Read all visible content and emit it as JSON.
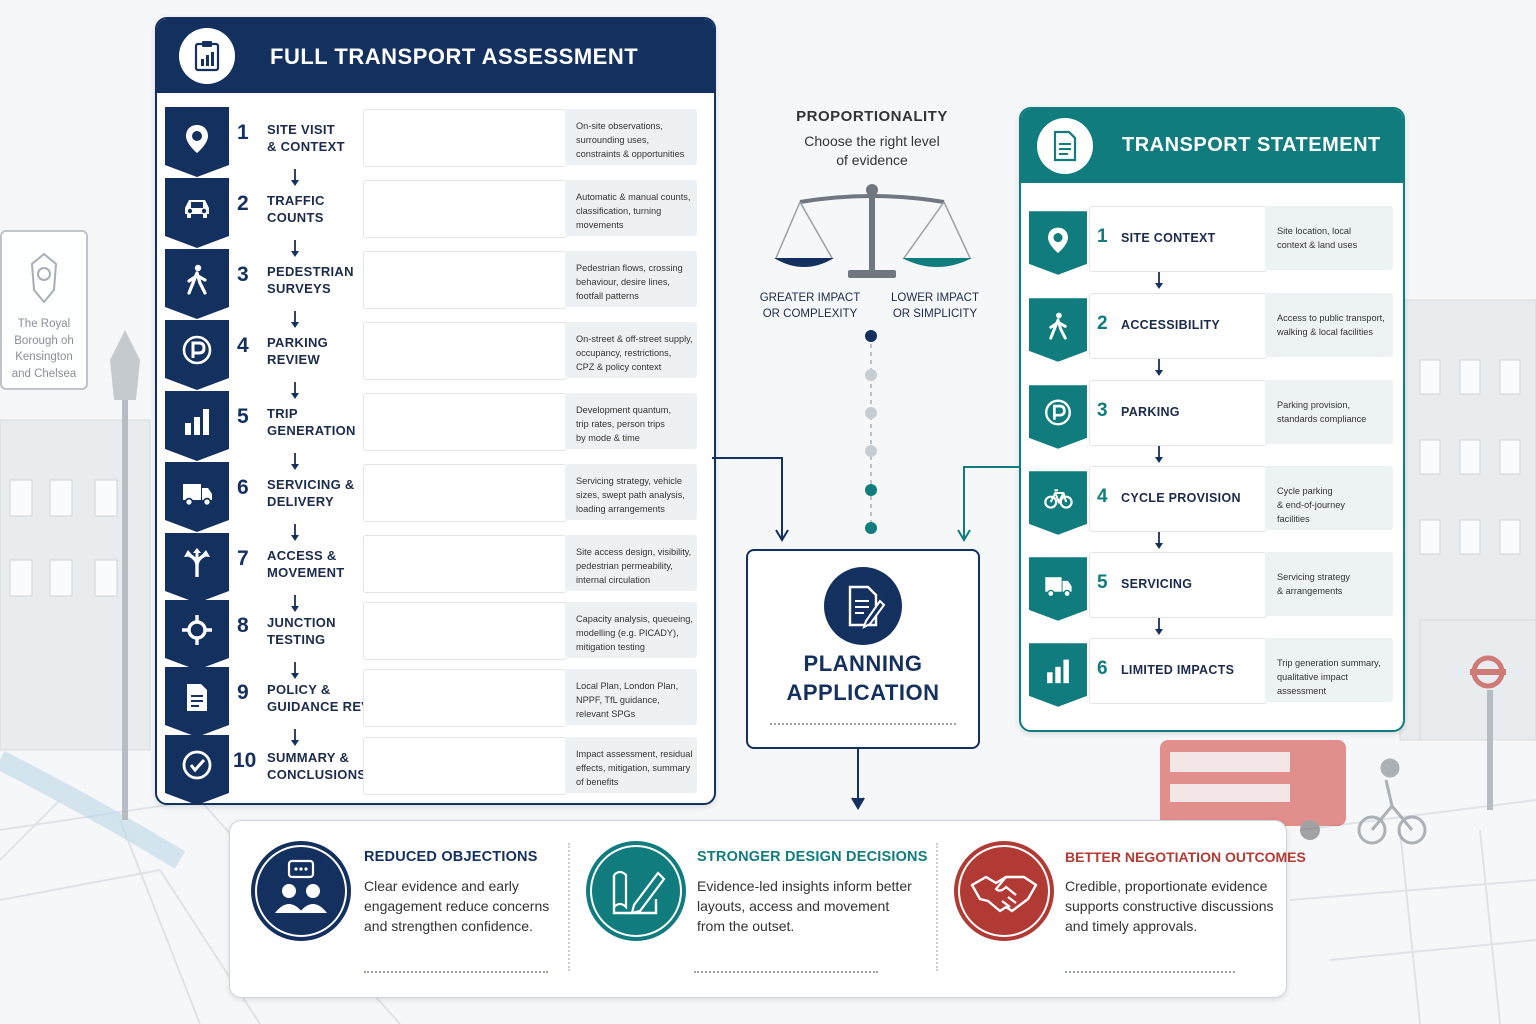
{
  "full_assessment": {
    "title": "FULL TRANSPORT ASSESSMENT",
    "steps": [
      {
        "num": "1",
        "label": "SITE VISIT\n& CONTEXT",
        "desc": "On-site observations,\nsurrounding uses,\nconstraints & opportunities",
        "icon": "location-pin-icon"
      },
      {
        "num": "2",
        "label": "TRAFFIC\nCOUNTS",
        "desc": "Automatic & manual counts,\nclassification, turning\nmovements",
        "icon": "car-icon"
      },
      {
        "num": "3",
        "label": "PEDESTRIAN\nSURVEYS",
        "desc": "Pedestrian flows, crossing\nbehaviour, desire lines,\nfootfall patterns",
        "icon": "pedestrian-icon"
      },
      {
        "num": "4",
        "label": "PARKING\nREVIEW",
        "desc": "On-street & off-street supply,\noccupancy, restrictions,\nCPZ & policy context",
        "icon": "parking-icon"
      },
      {
        "num": "5",
        "label": "TRIP\nGENERATION",
        "desc": "Development quantum,\ntrip rates, person trips\nby mode & time",
        "icon": "bar-chart-icon"
      },
      {
        "num": "6",
        "label": "SERVICING &\nDELIVERY",
        "desc": "Servicing strategy, vehicle\nsizes, swept path analysis,\nloading arrangements",
        "icon": "delivery-truck-icon"
      },
      {
        "num": "7",
        "label": "ACCESS &\nMOVEMENT",
        "desc": "Site access design, visibility,\npedestrian permeability,\ninternal circulation",
        "icon": "split-arrows-icon"
      },
      {
        "num": "8",
        "label": "JUNCTION\nTESTING",
        "desc": "Capacity analysis, queueing,\nmodelling (e.g. PICADY),\nmitigation testing",
        "icon": "junction-icon"
      },
      {
        "num": "9",
        "label": "POLICY &\nGUIDANCE REVIEW",
        "desc": "Local Plan, London Plan,\nNPPF, TfL guidance,\nrelevant SPGs",
        "icon": "document-icon"
      },
      {
        "num": "10",
        "label": "SUMMARY &\nCONCLUSIONS",
        "desc": "Impact assessment, residual\neffects, mitigation, summary\nof benefits",
        "icon": "check-circle-icon"
      }
    ]
  },
  "transport_statement": {
    "title": "TRANSPORT STATEMENT",
    "steps": [
      {
        "num": "1",
        "label": "SITE CONTEXT",
        "desc": "Site location, local\ncontext & land uses",
        "icon": "location-pin-icon"
      },
      {
        "num": "2",
        "label": "ACCESSIBILITY",
        "desc": "Access to public transport,\nwalking & local facilities",
        "icon": "pedestrian-icon"
      },
      {
        "num": "3",
        "label": "PARKING",
        "desc": "Parking provision,\nstandards compliance",
        "icon": "parking-icon"
      },
      {
        "num": "4",
        "label": "CYCLE PROVISION",
        "desc": "Cycle parking\n& end-of-journey\nfacilities",
        "icon": "bicycle-icon"
      },
      {
        "num": "5",
        "label": "SERVICING",
        "desc": "Servicing strategy\n& arrangements",
        "icon": "delivery-truck-icon"
      },
      {
        "num": "6",
        "label": "LIMITED IMPACTS",
        "desc": "Trip generation summary,\nqualitative impact\nassessment",
        "icon": "bar-chart-icon"
      }
    ]
  },
  "proportionality": {
    "title": "PROPORTIONALITY",
    "subtitle": "Choose the right level\nof evidence",
    "left_label": "GREATER IMPACT\nOR COMPLEXITY",
    "right_label": "LOWER IMPACT\nOR SIMPLICITY"
  },
  "planning": {
    "title": "PLANNING\nAPPLICATION"
  },
  "benefits": [
    {
      "title": "REDUCED OBJECTIONS",
      "text": "Clear evidence and early\nengagement reduce concerns\nand strengthen confidence.",
      "color": "#14305f",
      "icon": "people-chat-icon"
    },
    {
      "title": "STRONGER DESIGN DECISIONS",
      "text": "Evidence-led insights inform better\nlayouts, access and movement\nfrom the outset.",
      "color": "#107c7e",
      "icon": "design-pencil-icon"
    },
    {
      "title": "BETTER NEGOTIATION OUTCOMES",
      "text": "Credible, proportionate evidence\nsupports constructive discussions\nand timely approvals.",
      "color": "#b23a34",
      "icon": "handshake-icon"
    }
  ],
  "crest": {
    "text": "The Royal\nBorough oh\nKensington\nand Chelsea"
  },
  "colors": {
    "navy": "#14305f",
    "teal": "#107c7e",
    "red": "#b23a34"
  }
}
